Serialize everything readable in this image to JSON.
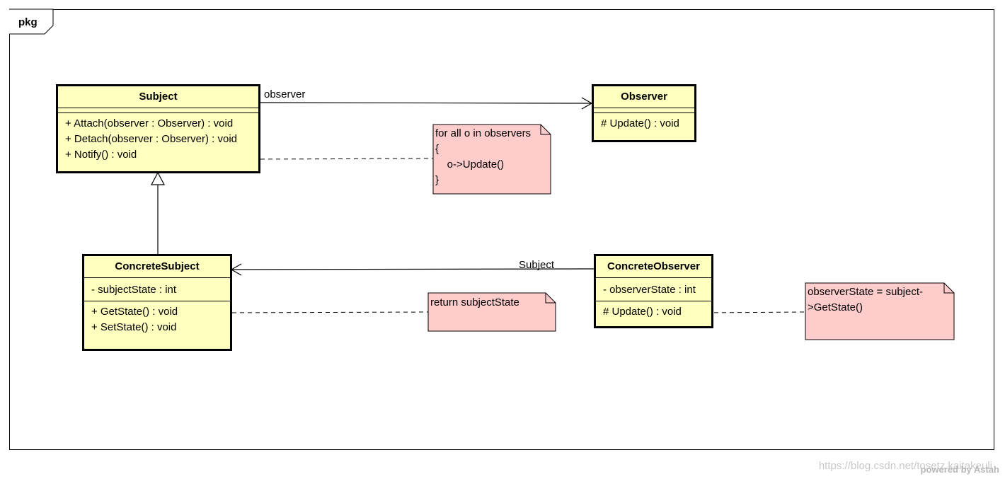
{
  "package": {
    "label": "pkg"
  },
  "classes": {
    "subject": {
      "name": "Subject",
      "attributes": [],
      "operations": [
        "+ Attach(observer : Observer) : void",
        "+ Detach(observer : Observer) : void",
        "+ Notify() : void"
      ]
    },
    "observer": {
      "name": "Observer",
      "attributes": [],
      "operations": [
        "# Update() : void"
      ]
    },
    "concrete_subject": {
      "name": "ConcreteSubject",
      "attributes": [
        "- subjectState : int"
      ],
      "operations": [
        "+ GetState() : void",
        "+ SetState() : void"
      ]
    },
    "concrete_observer": {
      "name": "ConcreteObserver",
      "attributes": [
        "- observerState : int"
      ],
      "operations": [
        "# Update() : void"
      ]
    }
  },
  "notes": {
    "notify_note": "for all o in observers\n{\n    o->Update()\n}",
    "getstate_note": "return subjectState",
    "update_note": "observerState = subject-\n>GetState()"
  },
  "edge_labels": {
    "observer_role": "observer",
    "subject_role": "Subject"
  },
  "footer": {
    "watermark": "https://blog.csdn.net/tosetz.kaitakeuli",
    "powered_by": "powered by Astah"
  },
  "colors": {
    "class_fill": "#ffffc0",
    "note_fill": "#ffcccc"
  }
}
